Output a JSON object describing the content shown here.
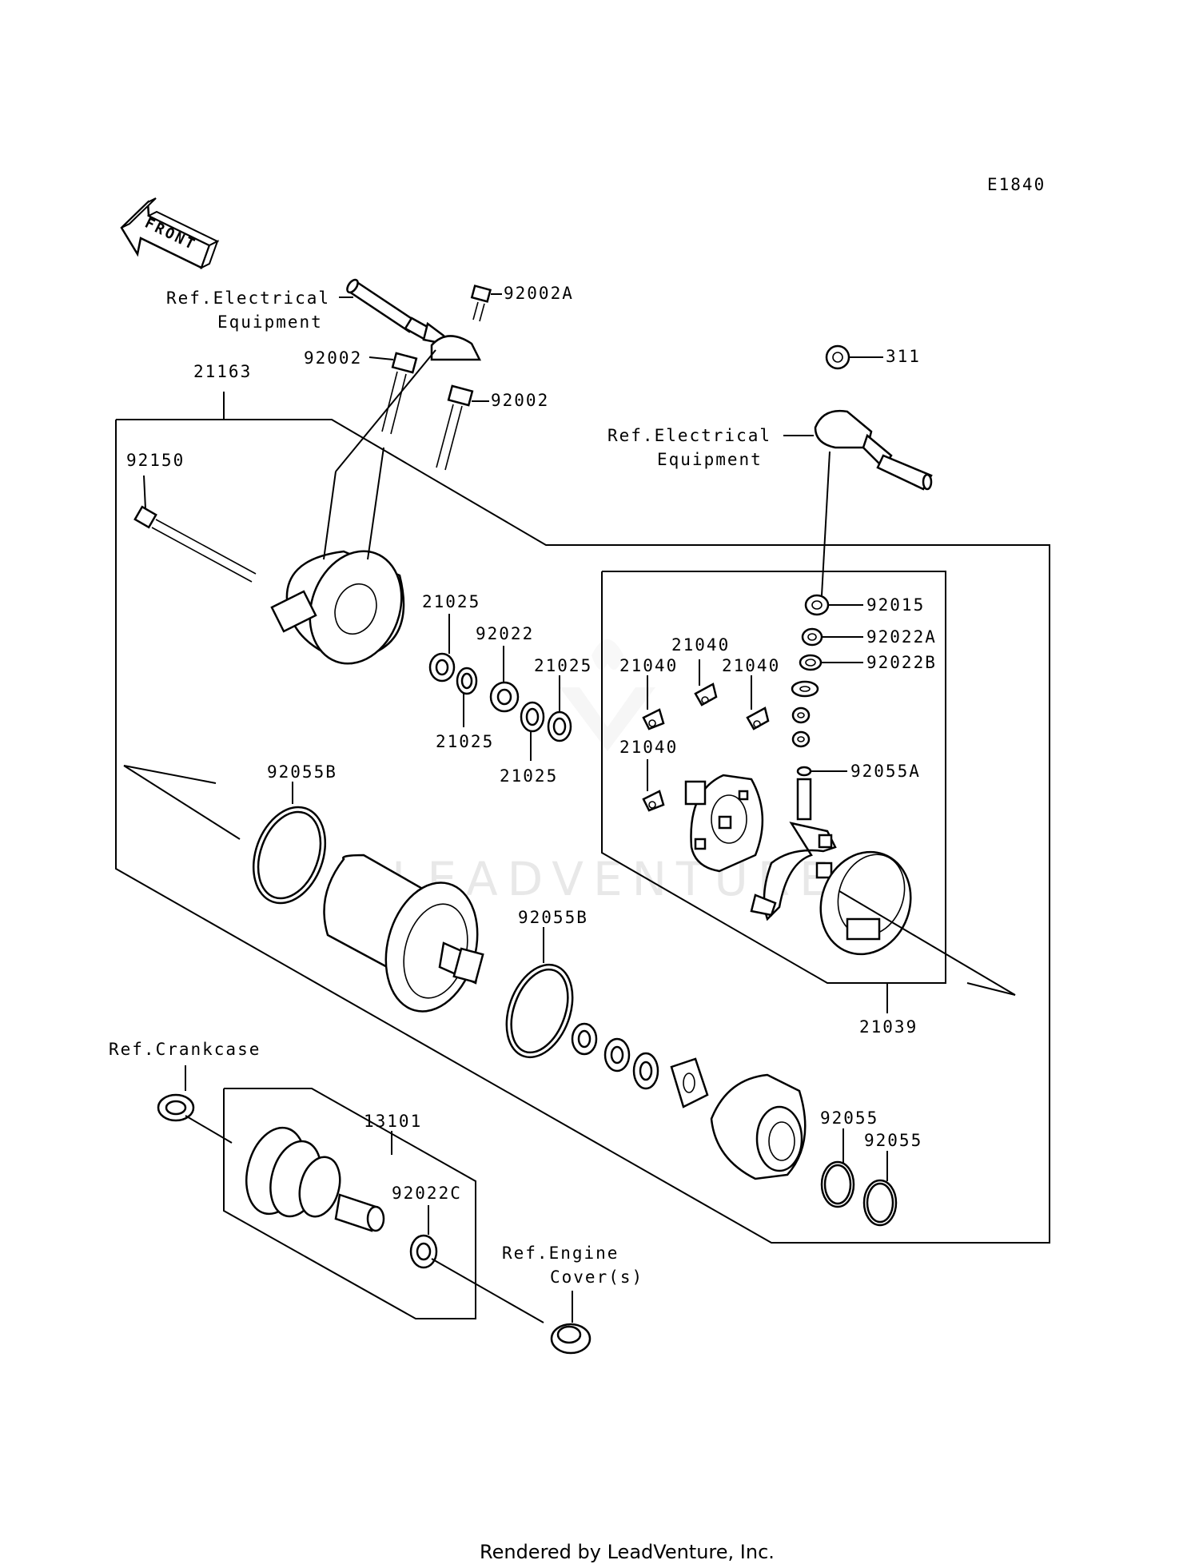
{
  "diagram_code": "E1840",
  "front_label": "FRONT",
  "watermark": "LEADVENTURE",
  "footer": "Rendered by LeadVenture, Inc.",
  "ref_labels": {
    "electrical_left_1": "Ref.Electrical",
    "electrical_left_2": "Equipment",
    "electrical_right_1": "Ref.Electrical",
    "electrical_right_2": "Equipment",
    "crankcase": "Ref.Crankcase",
    "engine_cover_1": "Ref.Engine",
    "engine_cover_2": "Cover(s)"
  },
  "part_numbers": {
    "p92002A": "92002A",
    "p92002_top": "92002",
    "p92002_right": "92002",
    "p21163": "21163",
    "p92150": "92150",
    "p311": "311",
    "p92015": "92015",
    "p92022A": "92022A",
    "p92022B": "92022B",
    "p21040_a": "21040",
    "p21040_b": "21040",
    "p21040_c": "21040",
    "p21040_d": "21040",
    "p92055A": "92055A",
    "p21025_a": "21025",
    "p92022": "92022",
    "p21025_b": "21025",
    "p21025_c": "21025",
    "p21025_d": "21025",
    "p92055B_left": "92055B",
    "p92055B_mid": "92055B",
    "p21039": "21039",
    "p13101": "13101",
    "p92022C": "92022C",
    "p92055_a": "92055",
    "p92055_b": "92055"
  }
}
